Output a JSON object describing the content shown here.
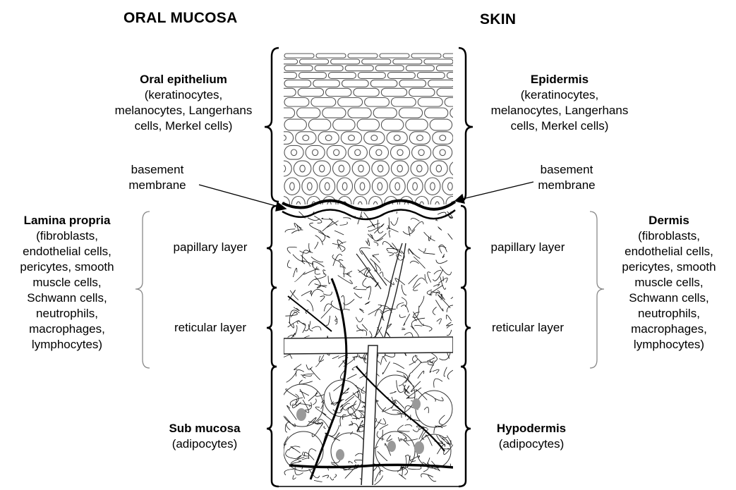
{
  "headers": {
    "left": "ORAL MUCOSA",
    "right": "SKIN"
  },
  "left_labels": {
    "oral_epithelium": {
      "title": "Oral epithelium",
      "lines": [
        "(keratinocytes,",
        "melanocytes, Langerhans",
        "cells, Merkel cells)"
      ]
    },
    "basement": {
      "lines": [
        "basement",
        "membrane"
      ]
    },
    "lamina_propria": {
      "title": "Lamina propria",
      "lines": [
        "(fibroblasts,",
        "endothelial cells,",
        "pericytes, smooth",
        "muscle cells,",
        "Schwann cells,",
        "neutrophils,",
        "macrophages,",
        "lymphocytes)"
      ]
    },
    "papillary": "papillary layer",
    "reticular": "reticular layer",
    "sub_mucosa": {
      "title": "Sub mucosa",
      "lines": [
        "(adipocytes)"
      ]
    }
  },
  "right_labels": {
    "epidermis": {
      "title": "Epidermis",
      "lines": [
        "(keratinocytes,",
        "melanocytes, Langerhans",
        "cells, Merkel cells)"
      ]
    },
    "basement": {
      "lines": [
        "basement",
        "membrane"
      ]
    },
    "dermis": {
      "title": "Dermis",
      "lines": [
        "(fibroblasts,",
        "endothelial cells,",
        "pericytes, smooth",
        "muscle cells,",
        "Schwann cells,",
        "neutrophils,",
        "macrophages,",
        "lymphocytes)"
      ]
    },
    "papillary": "papillary layer",
    "reticular": "reticular layer",
    "hypodermis": {
      "title": "Hypodermis",
      "lines": [
        "(adipocytes)"
      ]
    }
  }
}
